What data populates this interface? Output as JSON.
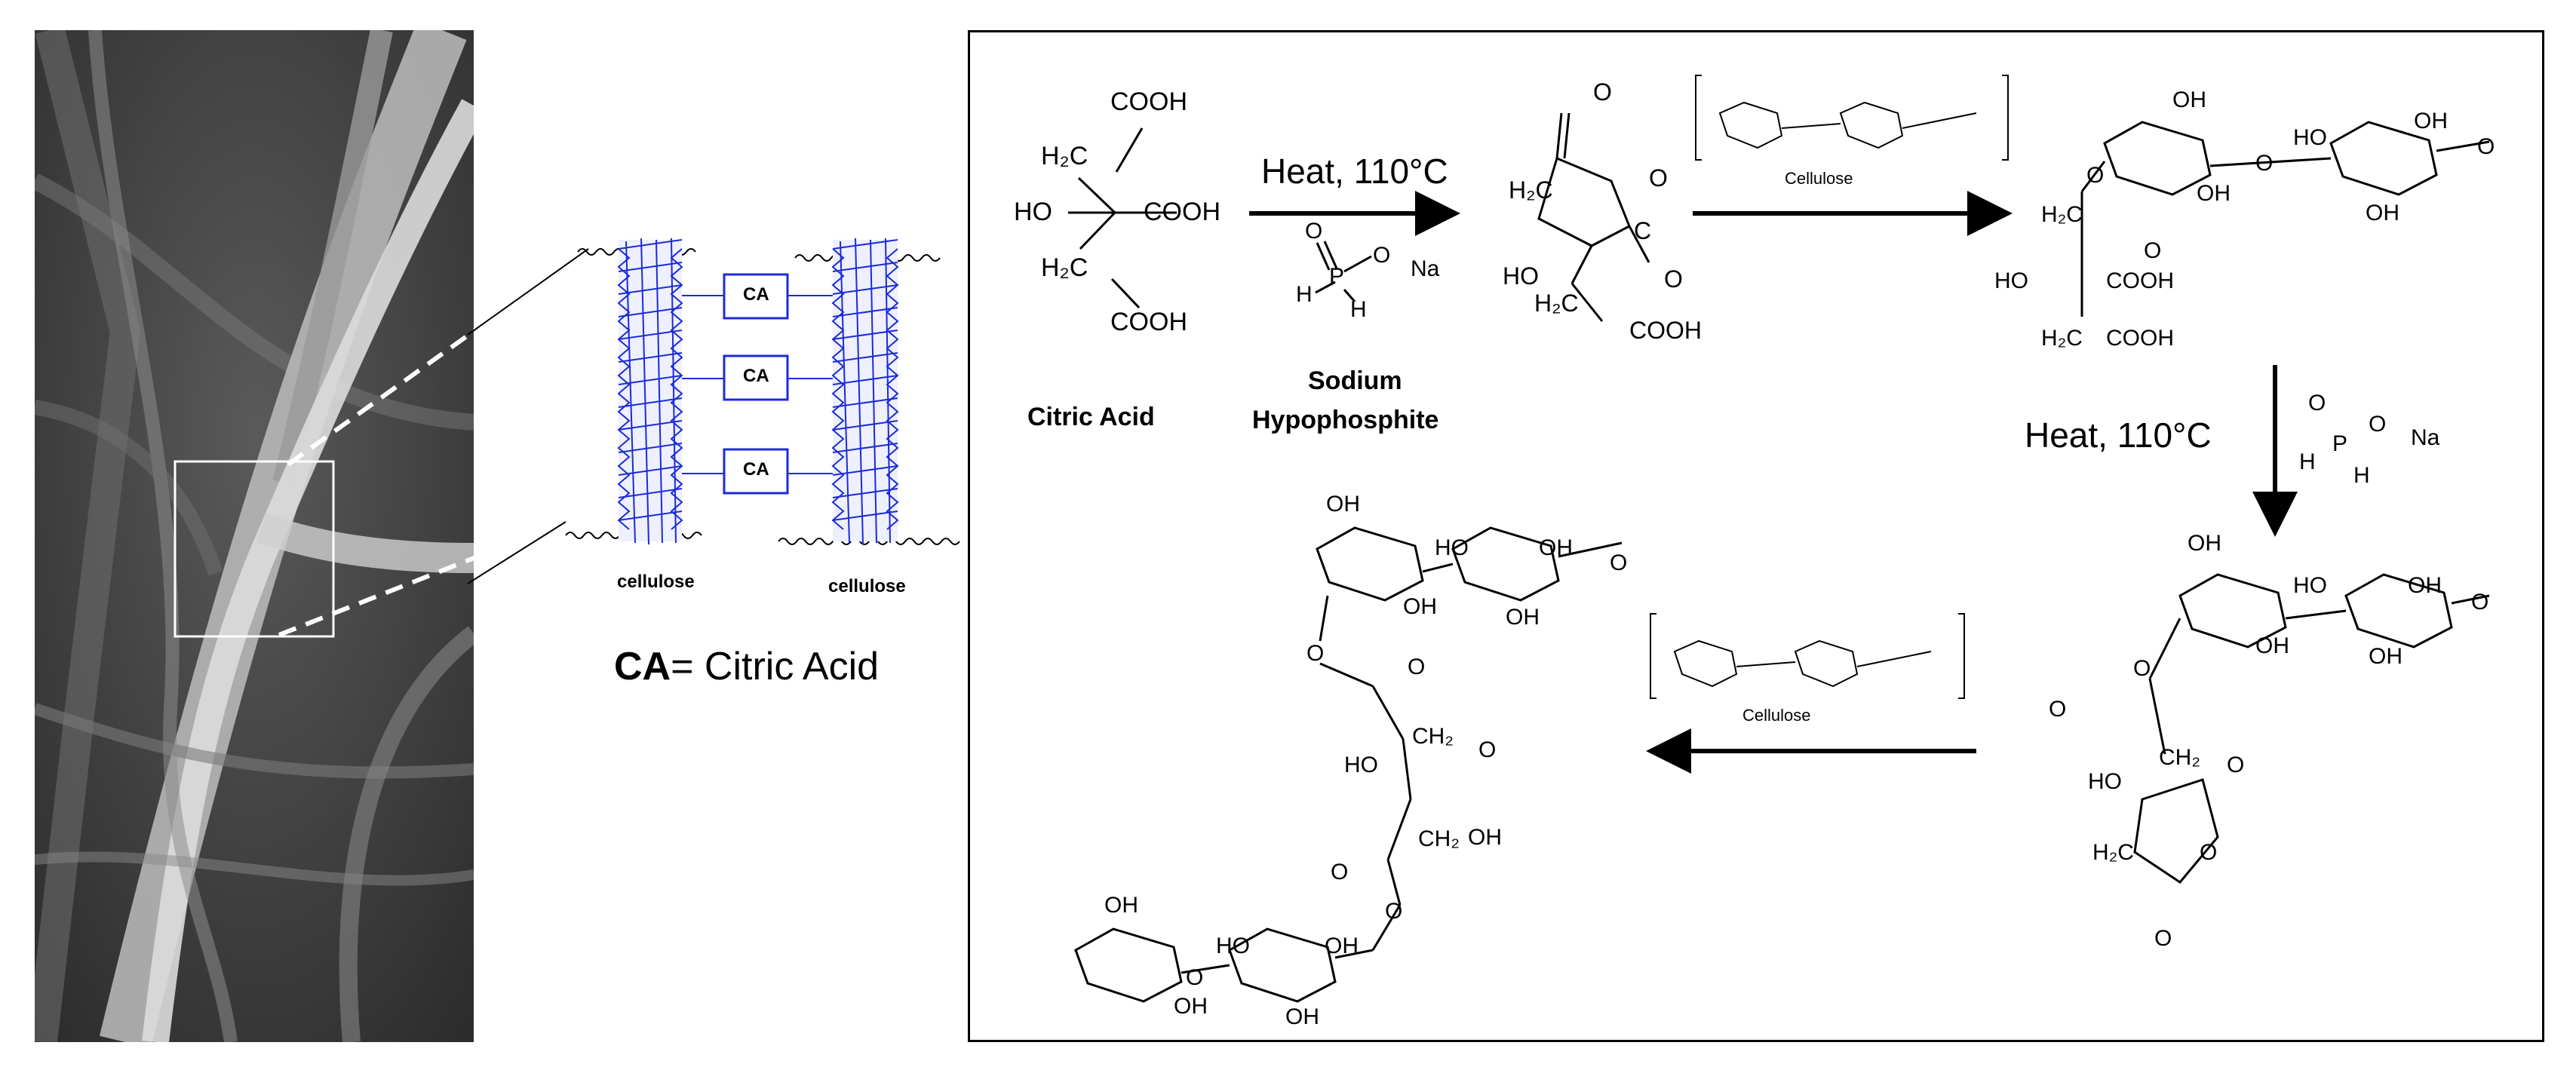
{
  "left_panel": {
    "ca_box_label": "CA",
    "cellulose_label_1": "cellulose",
    "cellulose_label_2": "cellulose",
    "legend_bold": "CA",
    "legend_rest": "= Citric Acid"
  },
  "scheme": {
    "heat_label_top": "Heat, 110°C",
    "heat_label_right": "Heat, 110°C",
    "citric_acid_label": "Citric Acid",
    "sodium_label_line1": "Sodium",
    "sodium_label_line2": "Hypophosphite",
    "cellulose_label_top": "Cellulose",
    "cellulose_label_mid": "Cellulose",
    "groups": {
      "cooh": "COOH",
      "ho": "HO",
      "oh": "OH",
      "o": "O",
      "h": "H",
      "p": "P",
      "na": "Na",
      "h2c": "H₂C",
      "ch2": "CH₂",
      "c": "C"
    }
  }
}
